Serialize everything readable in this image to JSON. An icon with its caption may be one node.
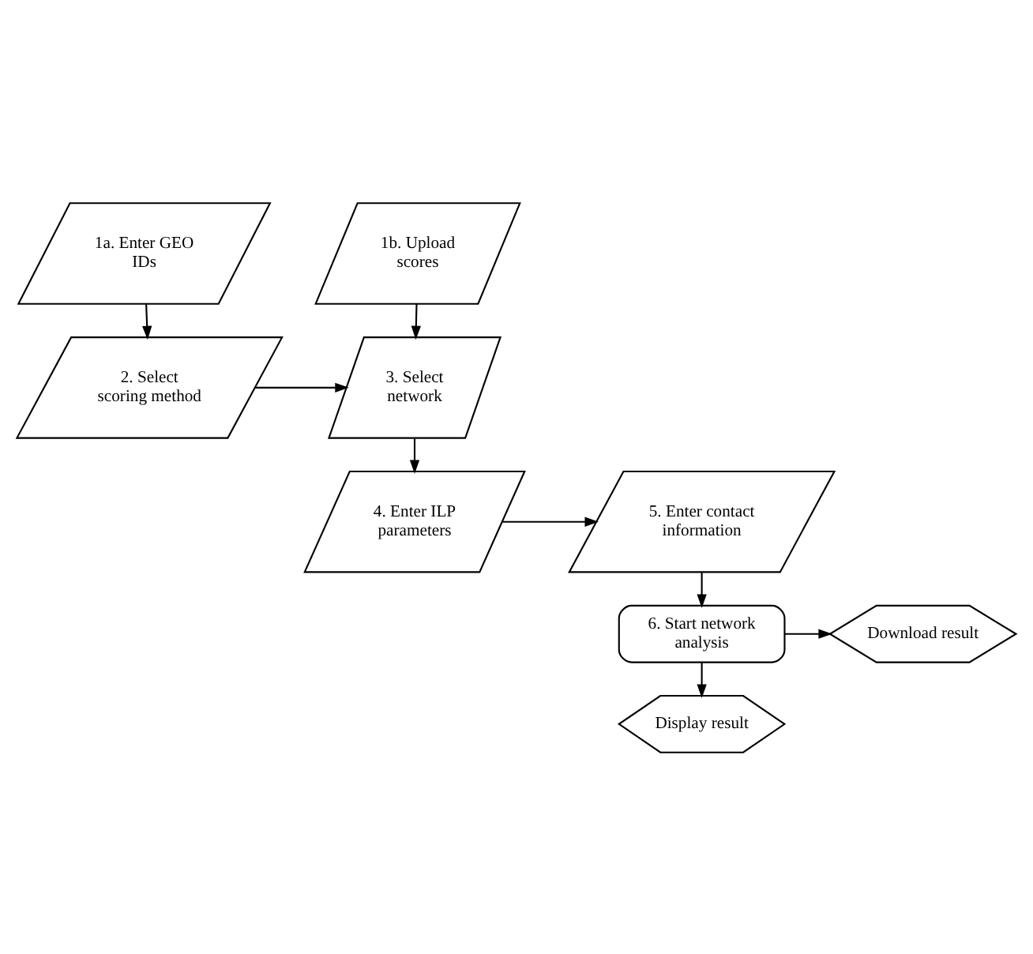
{
  "diagram": {
    "nodes": [
      {
        "text": [
          "1a. Enter GEO IDs"
        ]
      },
      {
        "text": [
          "1b. Upload scores"
        ]
      },
      {
        "text": [
          "2. Select scoring method"
        ]
      },
      {
        "text": [
          "3. Select network"
        ]
      },
      {
        "text": [
          "4. Enter ILP parameters"
        ]
      },
      {
        "text": [
          "5. Enter contact information"
        ]
      },
      {
        "text": [
          "6. Start network analysis"
        ]
      },
      {
        "text": [
          "Download result"
        ]
      },
      {
        "text": [
          "Display result"
        ]
      }
    ],
    "edges": [
      {
        "from": 0,
        "to": 2,
        "arrow": "to"
      },
      {
        "from": 1,
        "to": 3,
        "arrow": "to"
      },
      {
        "from": 2,
        "to": 3,
        "arrow": "to"
      },
      {
        "from": 3,
        "to": 4,
        "arrow": "to"
      },
      {
        "from": 4,
        "to": 5,
        "arrow": "to"
      },
      {
        "from": 5,
        "to": 6,
        "arrow": "to"
      },
      {
        "from": 6,
        "to": 7,
        "arrow": "to"
      },
      {
        "from": 6,
        "to": 8,
        "arrow": "to"
      }
    ]
  }
}
